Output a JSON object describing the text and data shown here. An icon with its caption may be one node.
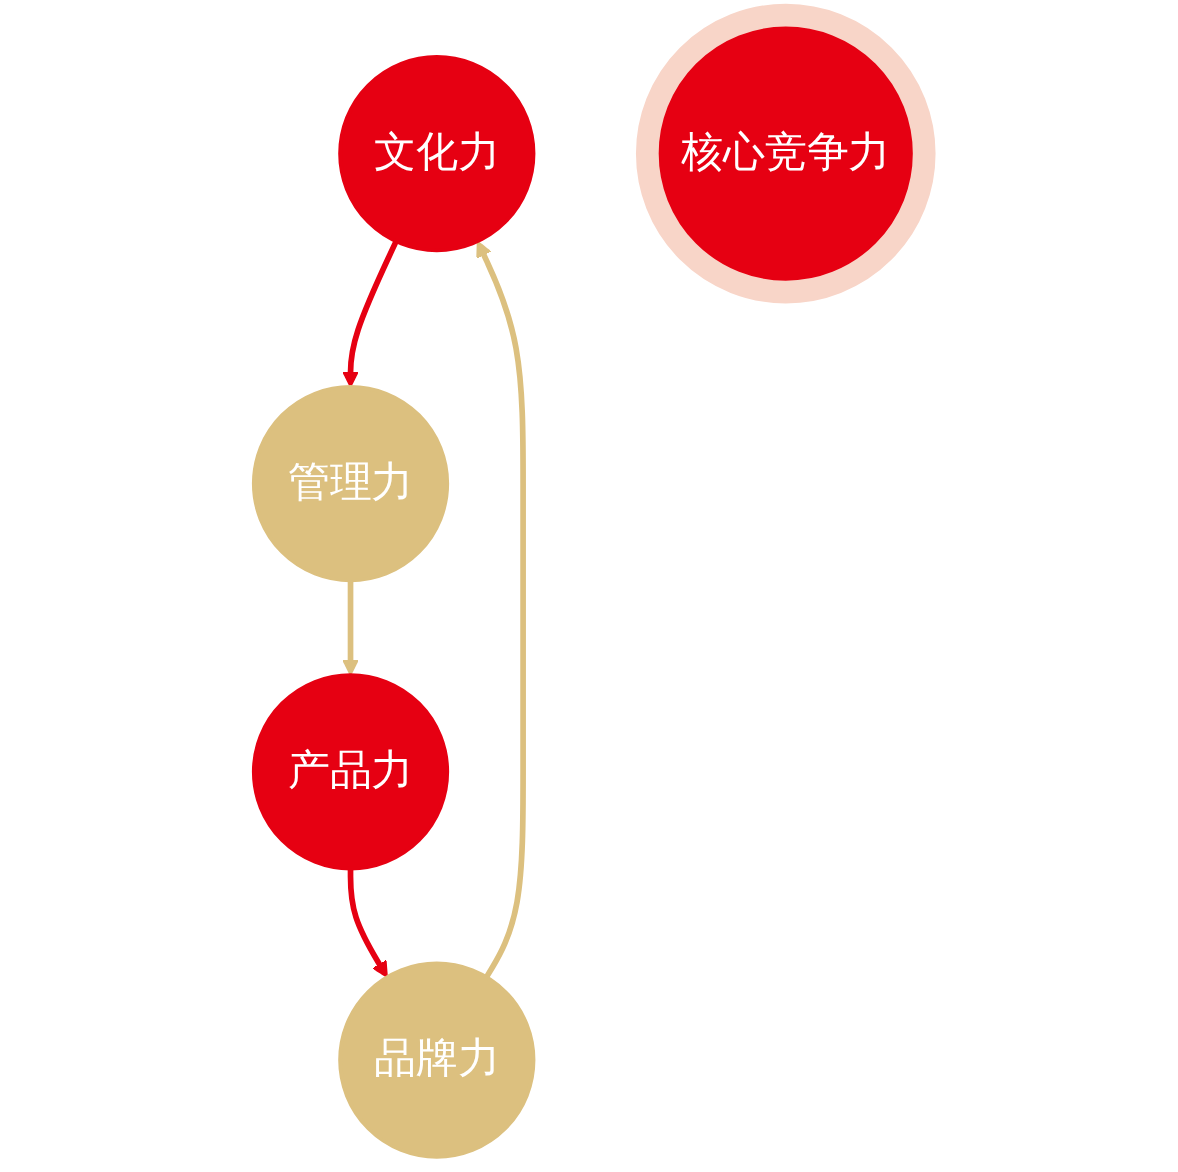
{
  "diagram": {
    "nodes": [
      {
        "text": [
          "文化力"
        ]
      },
      {
        "text": [
          "管理力"
        ]
      },
      {
        "text": [
          "核心竞争力"
        ]
      },
      {
        "text": [
          "品牌力"
        ]
      },
      {
        "text": [
          "产品力"
        ]
      }
    ],
    "edges": [
      {
        "from": 0,
        "to": 1,
        "arrow": "to",
        "color": "#e60012"
      },
      {
        "from": 1,
        "to": 4,
        "arrow": "to",
        "color": "#dcc07f"
      },
      {
        "from": 4,
        "to": 3,
        "arrow": "to",
        "color": "#e60012"
      },
      {
        "from": 3,
        "to": 0,
        "arrow": "to",
        "color": "#dcc07f"
      }
    ]
  }
}
